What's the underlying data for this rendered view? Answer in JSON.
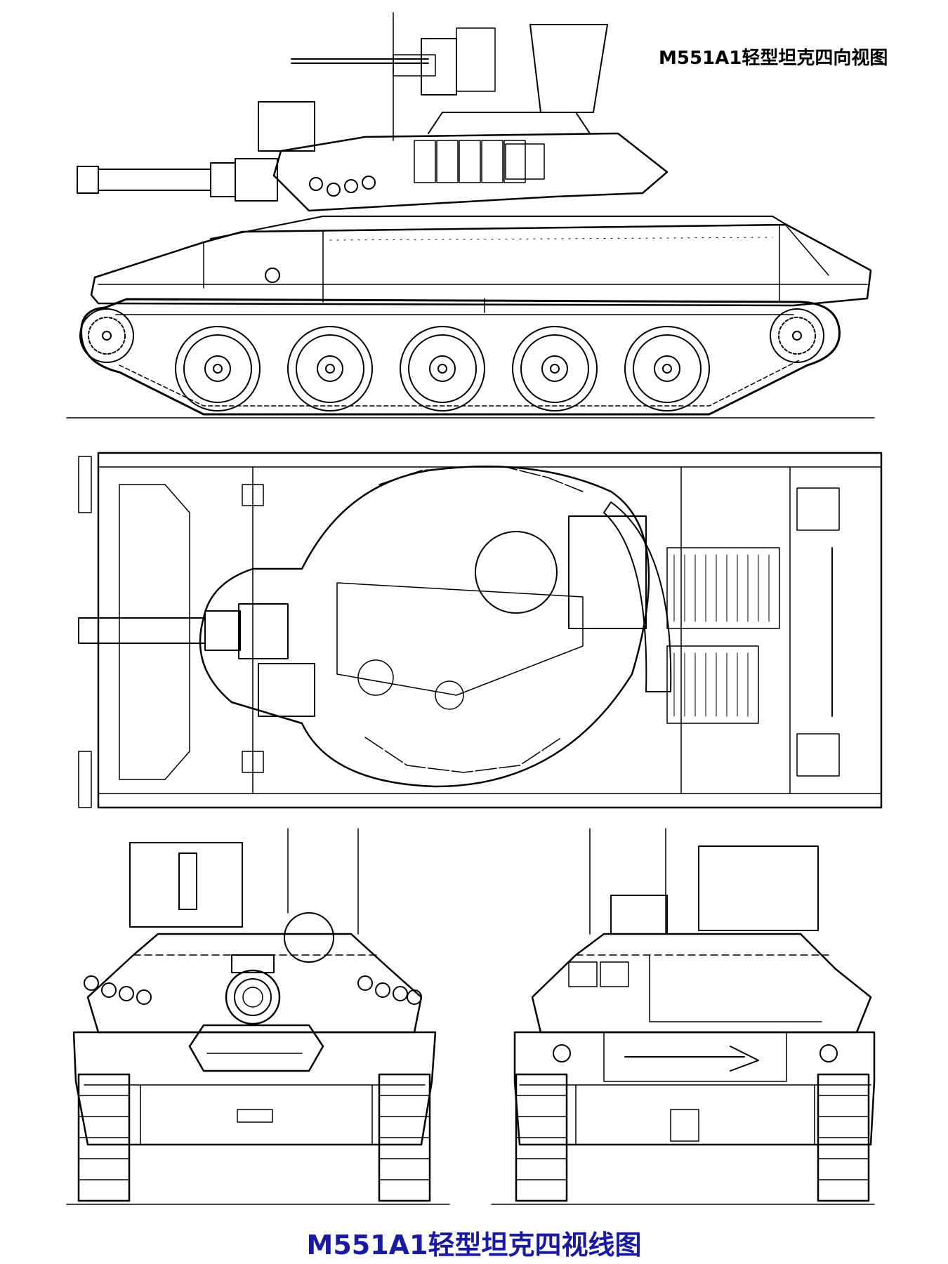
{
  "header": {
    "title": "M551A1轻型坦克四向视图"
  },
  "footer": {
    "caption": "M551A1轻型坦克四视线图"
  },
  "colors": {
    "line": "#000000",
    "caption": "#1a1aa0",
    "background": "#ffffff"
  },
  "views": [
    "side-view",
    "top-view",
    "front-view",
    "rear-view"
  ]
}
